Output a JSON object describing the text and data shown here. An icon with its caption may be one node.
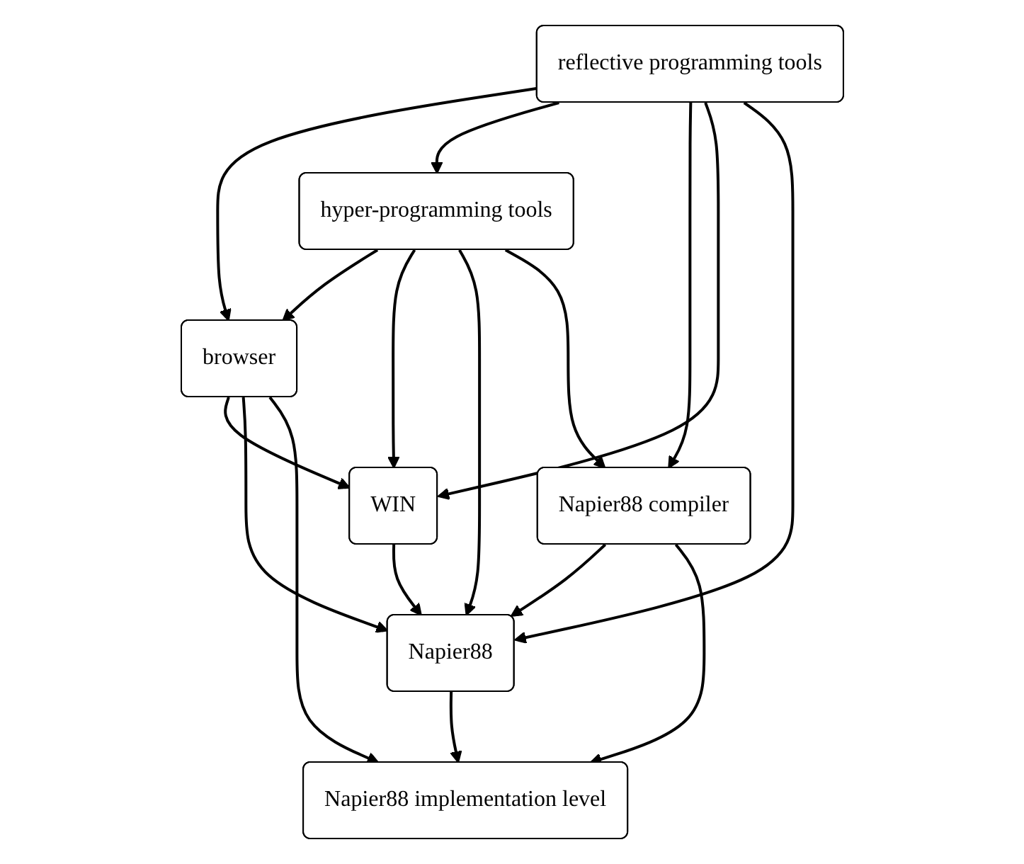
{
  "diagram": {
    "nodes": [
      {
        "text": [
          "reflective programming tools"
        ]
      },
      {
        "text": [
          "hyper-programming tools"
        ]
      },
      {
        "text": [
          "browser"
        ]
      },
      {
        "text": [
          "WIN"
        ]
      },
      {
        "text": [
          "Napier88 compiler"
        ]
      },
      {
        "text": [
          "Napier88"
        ]
      },
      {
        "text": [
          "Napier88 implementation level"
        ]
      }
    ],
    "edges": [
      {
        "from": 0,
        "to": 2,
        "arrow": "to"
      },
      {
        "from": 0,
        "to": 1,
        "arrow": "to"
      },
      {
        "from": 0,
        "to": 4,
        "arrow": "to"
      },
      {
        "from": 0,
        "to": 3,
        "arrow": "to"
      },
      {
        "from": 0,
        "to": 5,
        "arrow": "to"
      },
      {
        "from": 1,
        "to": 2,
        "arrow": "to"
      },
      {
        "from": 1,
        "to": 3,
        "arrow": "to"
      },
      {
        "from": 1,
        "to": 5,
        "arrow": "to"
      },
      {
        "from": 1,
        "to": 4,
        "arrow": "to"
      },
      {
        "from": 2,
        "to": 3,
        "arrow": "to"
      },
      {
        "from": 2,
        "to": 5,
        "arrow": "to"
      },
      {
        "from": 2,
        "to": 6,
        "arrow": "to"
      },
      {
        "from": 3,
        "to": 5,
        "arrow": "to"
      },
      {
        "from": 4,
        "to": 5,
        "arrow": "to"
      },
      {
        "from": 4,
        "to": 6,
        "arrow": "to"
      },
      {
        "from": 5,
        "to": 6,
        "arrow": "to"
      }
    ]
  }
}
